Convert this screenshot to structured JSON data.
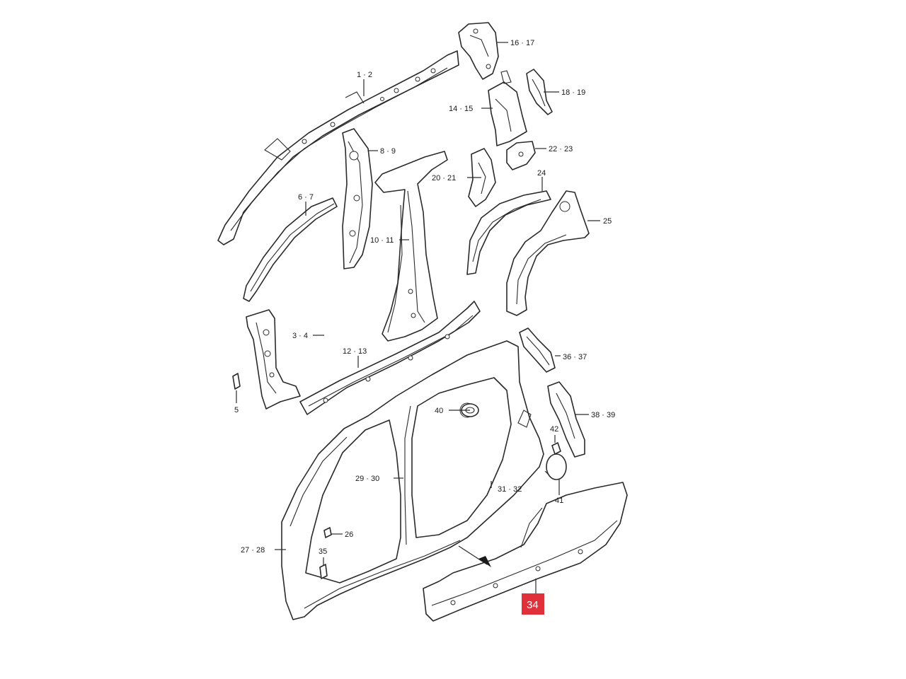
{
  "labels": {
    "p1_2": "1 · 2",
    "p3_4": "3 · 4",
    "p5": "5",
    "p6_7": "6 · 7",
    "p8_9": "8 · 9",
    "p10_11": "10 · 11",
    "p12_13": "12 · 13",
    "p14_15": "14 · 15",
    "p16_17": "16 · 17",
    "p18_19": "18 · 19",
    "p20_21": "20 · 21",
    "p22_23": "22 · 23",
    "p24": "24",
    "p25": "25",
    "p26": "26",
    "p27_28": "27 · 28",
    "p29_30": "29 · 30",
    "p31_32": "31 · 32",
    "p34": "34",
    "p35": "35",
    "p36_37": "36 · 37",
    "p38_39": "38 · 39",
    "p40": "40",
    "p41": "41",
    "p42": "42"
  },
  "colors": {
    "highlight": "#e0303a",
    "line": "#2a2a2a"
  }
}
